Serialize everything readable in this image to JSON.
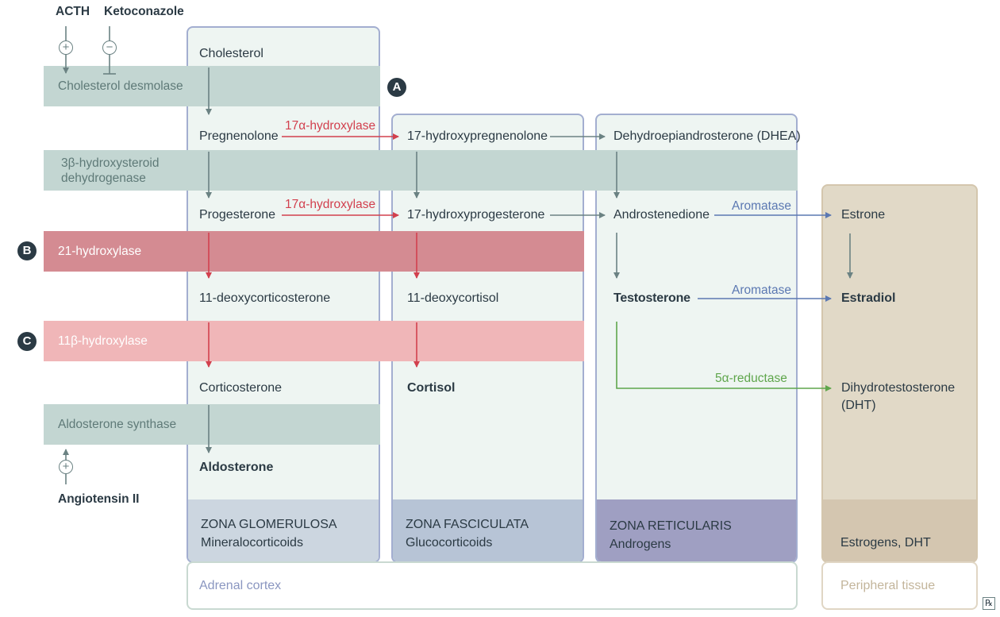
{
  "regulators": {
    "acth": "ACTH",
    "ketoconazole": "Ketoconazole",
    "angiotensin": "Angiotensin II",
    "plus_symbol": "+",
    "minus_symbol": "−"
  },
  "enzymes": {
    "desmolase": "Cholesterol desmolase",
    "hsd3b_line1": "3β-hydroxysteroid",
    "hsd3b_line2": "dehydrogenase",
    "hydroxylase21": "21-hydroxylase",
    "hydroxylase11b": "11β-hydroxylase",
    "aldo_synthase": "Aldosterone synthase",
    "hydroxylase17": "17α-hydroxylase",
    "aromatase": "Aromatase",
    "reductase5a": "5α-reductase"
  },
  "markers": {
    "a": "A",
    "b": "B",
    "c": "C"
  },
  "glomerulosa": {
    "nodes": [
      "Cholesterol",
      "Pregnenolone",
      "Progesterone",
      "11-deoxycorticosterone",
      "Corticosterone",
      "Aldosterone"
    ],
    "zone_name": "ZONA GLOMERULOSA",
    "zone_type": "Mineralocorticoids"
  },
  "fasciculata": {
    "nodes": [
      "17-hydroxypregnenolone",
      "17-hydroxyprogesterone",
      "11-deoxycortisol",
      "Cortisol"
    ],
    "zone_name": "ZONA FASCICULATA",
    "zone_type": "Glucocorticoids"
  },
  "reticularis": {
    "nodes": [
      "Dehydroepiandrosterone (DHEA)",
      "Androstenedione",
      "Testosterone"
    ],
    "zone_name": "ZONA RETICULARIS",
    "zone_type": "Androgens"
  },
  "peripheral": {
    "nodes": [
      "Estrone",
      "Estradiol",
      "Dihydrotestosterone",
      "(DHT)"
    ],
    "footer": "Estrogens, DHT"
  },
  "regions": {
    "adrenal": "Adrenal cortex",
    "peripheral": "Peripheral tissue"
  },
  "corner_mark": "℞",
  "colors": {
    "teal_band": "#c3d6d2",
    "red_band": "#d48b92",
    "pink_band": "#f0b6b8",
    "red_arrow": "#d2404e",
    "blue_arrow": "#5b78b2",
    "green_arrow": "#5fa64c",
    "gray_arrow": "#6b8283"
  }
}
